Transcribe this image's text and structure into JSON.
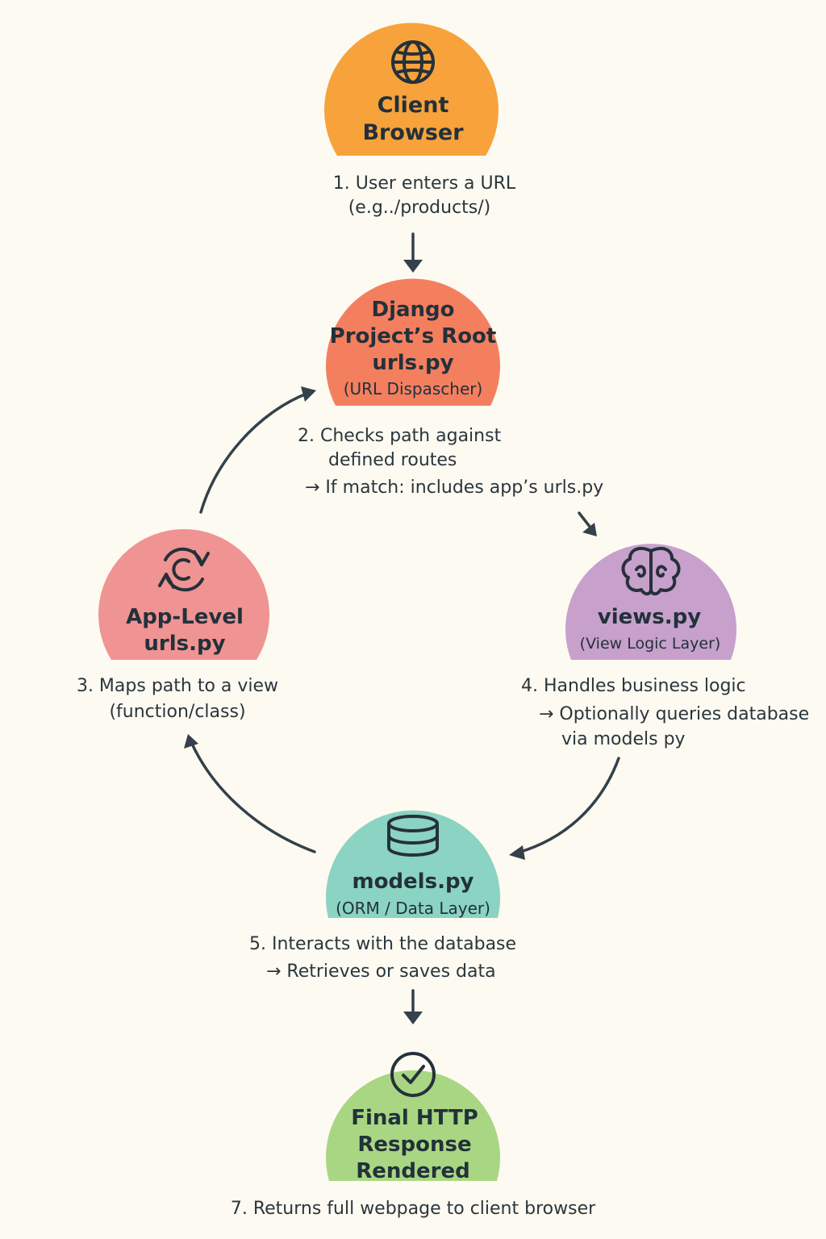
{
  "colors": {
    "background": "#fdfaf1",
    "client_browser": "#f7a23b",
    "root_urls": "#f47f5f",
    "app_urls": "#f09393",
    "views": "#c7a0cc",
    "models": "#8bd3c3",
    "final_response": "#a9d682",
    "ink": "#25313a"
  },
  "nodes": {
    "client_browser": {
      "icon": "globe-icon",
      "title_lines": [
        "Client",
        "Browser"
      ]
    },
    "root_urls": {
      "title_lines": [
        "Django",
        "Project’s Root",
        "urls.py"
      ],
      "subtitle": "(URL Dispascher)"
    },
    "app_urls": {
      "icon": "refresh-cycle-icon",
      "title_lines": [
        "App-Level",
        "urls.py"
      ]
    },
    "views": {
      "icon": "brain-icon",
      "title_lines": [
        "views.py"
      ],
      "subtitle": "(View Logic Layer)"
    },
    "models": {
      "icon": "database-icon",
      "title_lines": [
        "models.py"
      ],
      "subtitle": "(ORM / Data Layer)"
    },
    "final_response": {
      "icon": "check-circle-icon",
      "title_lines": [
        "Final HTTP",
        "Response",
        "Rendered"
      ]
    }
  },
  "steps": {
    "step1": [
      "1. User enters a URL",
      "(e.g../products/)"
    ],
    "step2": [
      "2. Checks path against",
      "defined routes",
      "→ If match: includes app’s urls.py"
    ],
    "step3": [
      "3. Maps path to a view",
      "(function/class)"
    ],
    "step4": [
      "4. Handles business logic",
      "→ Optionally queries database",
      "via models py"
    ],
    "step5": [
      "5. Interacts with the database",
      "→ Retrieves or saves data"
    ],
    "step7": [
      "7. Returns full webpage to client browser"
    ]
  }
}
